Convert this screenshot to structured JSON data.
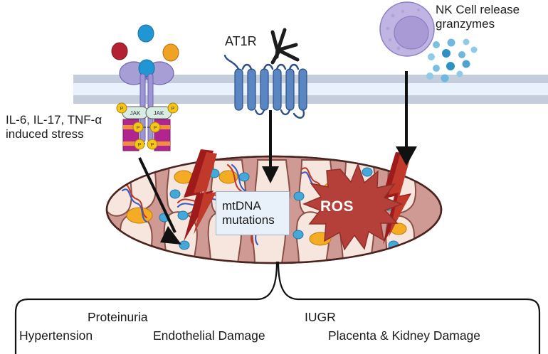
{
  "diagram": {
    "title_context": "Preeclampsia mitochondrial dysfunction pathway",
    "labels": {
      "cytokine_stress": "IL-6, IL-17, TNF-α\ninduced stress",
      "at1r": "AT1R",
      "nk_cell": "NK Cell release\ngranzymes",
      "ros": "ROS",
      "mtdna_line1": "mtDNA",
      "mtdna_line2": "mutations"
    },
    "outcomes": {
      "proteinuria": "Proteinuria",
      "iugr": "IUGR",
      "hypertension": "Hypertension",
      "endothelial_damage": "Endothelial Damage",
      "placenta_kidney": "Placenta & Kidney Damage"
    },
    "receptor_parts": {
      "jak_left": "JAK",
      "jak_right": "JAK",
      "phospho": "P"
    },
    "colors": {
      "membrane_outer": "#c3cddb",
      "membrane_inner": "#e9f2fc",
      "receptor_head": "#a89ed6",
      "receptor_stalk": "#9e96d4",
      "jak_fill": "#d9ece4",
      "phospho_fill": "#f5c518",
      "receptor_box": "#b0258f",
      "at1r_helix": "#5b86c4",
      "antibody": "#1c1c1c",
      "nk_cytoplasm": "#c0b4e2",
      "nk_nucleus": "#a99ad6",
      "granzyme": "#4ea3cf",
      "mito_outer": "#d09a94",
      "mito_inner": "#f6e6dd",
      "mito_stroke": "#6b3a33",
      "lightning_dark": "#9e1b1b",
      "lightning_light": "#c0392b",
      "ros_star": "#b5403a",
      "ligand_blue": "#2196d4",
      "ligand_red": "#b22234",
      "ligand_orange": "#efa223",
      "mito_orange_granule": "#f5ac25",
      "mito_blue_granule": "#45a8d8",
      "arrow": "#111111",
      "mtdna_box_fill": "#e8f0f9",
      "mtdna_box_border": "#9fb2c6",
      "dna_red": "#c0392b",
      "dna_blue": "#3b5bbf"
    }
  }
}
